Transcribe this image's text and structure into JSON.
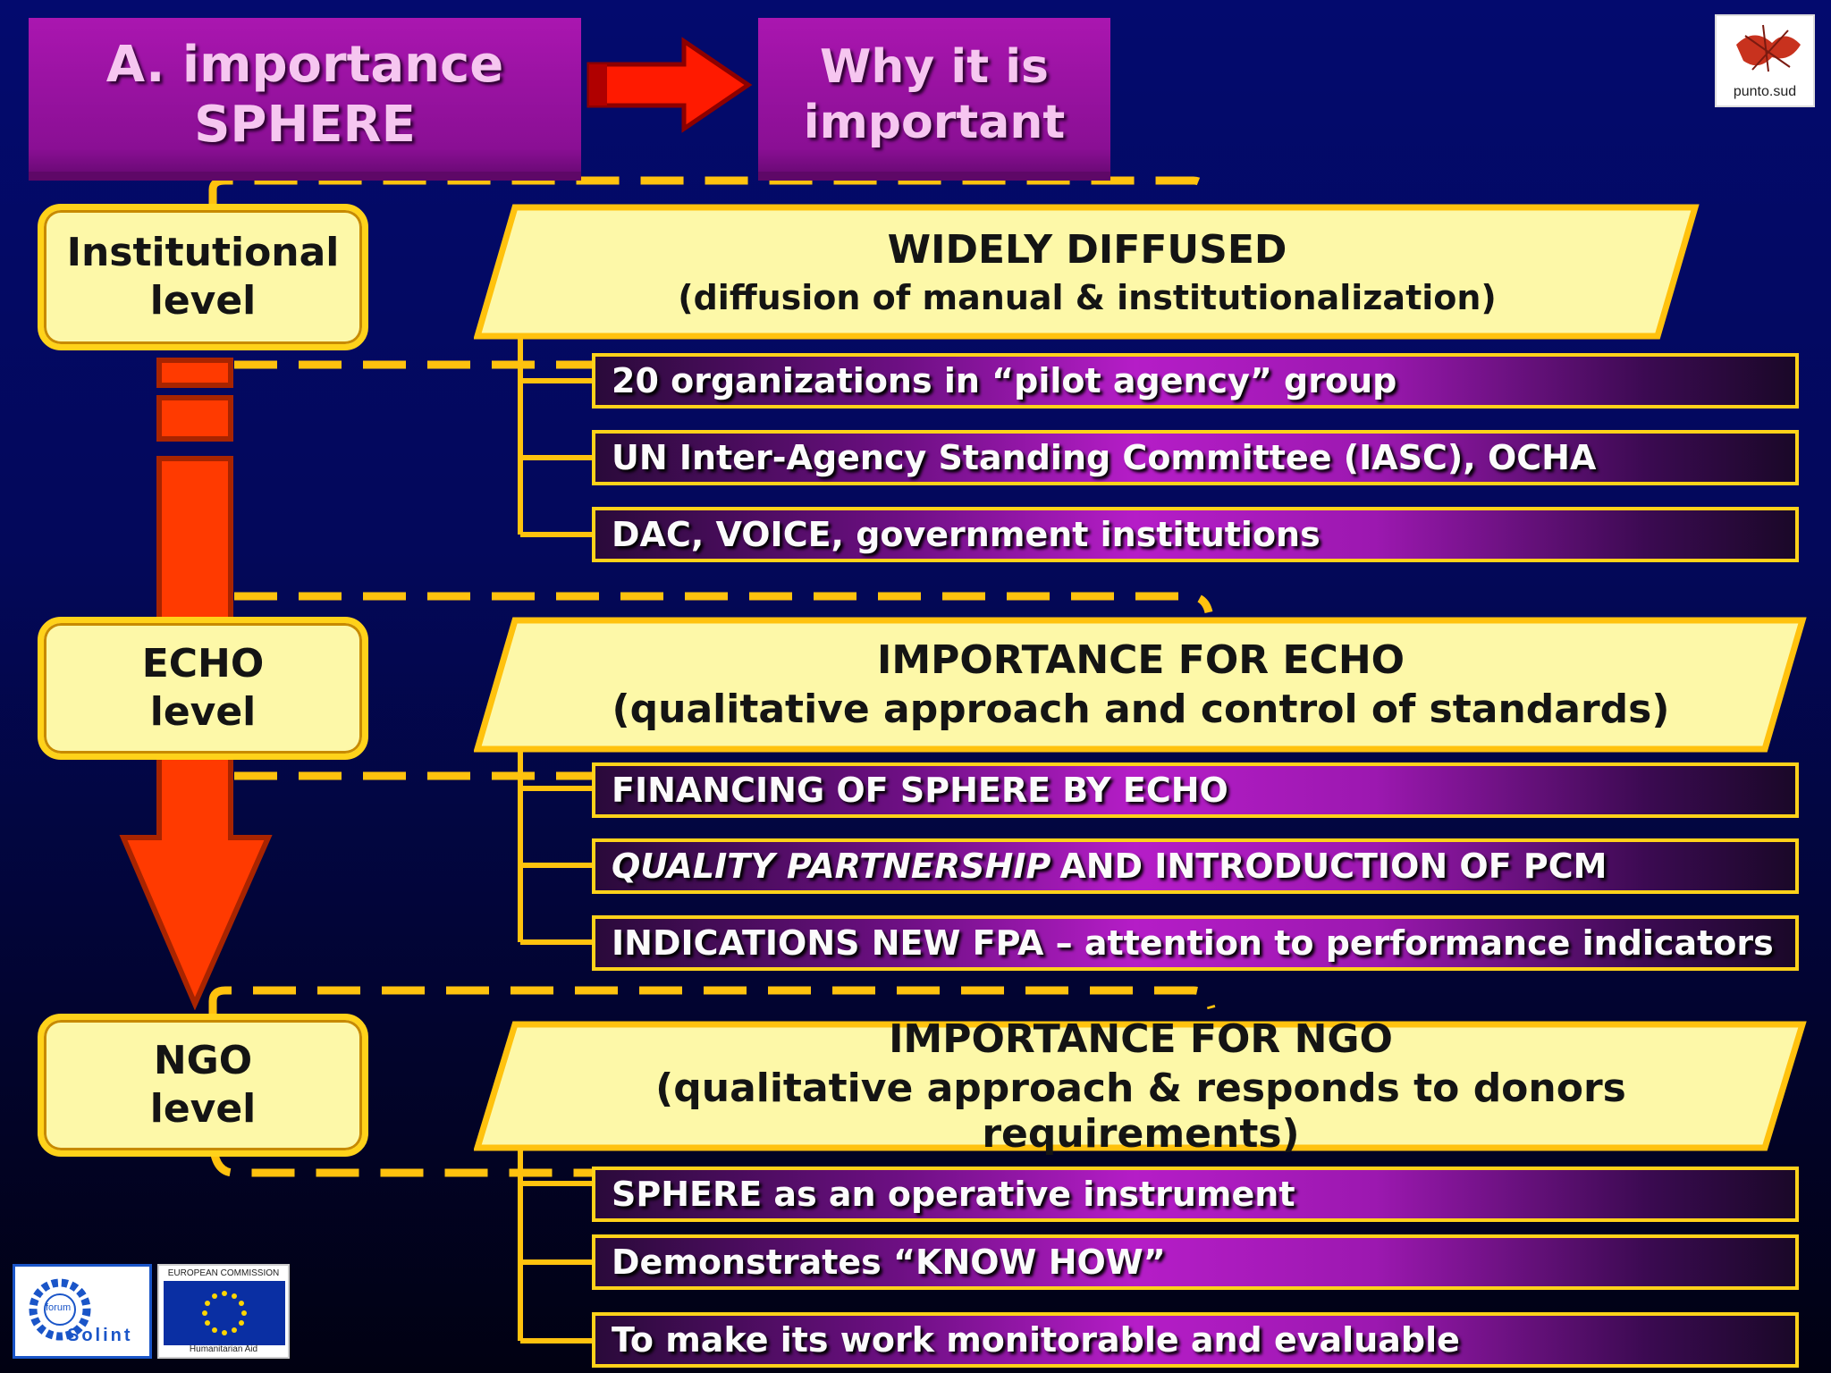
{
  "header": {
    "title_line1": "A. importance",
    "title_line2": "SPHERE",
    "arrow": "right-arrow-icon",
    "subtitle_line1": "Why it is",
    "subtitle_line2": "important"
  },
  "levels": [
    {
      "line1": "Institutional",
      "line2": "level"
    },
    {
      "line1": "ECHO",
      "line2": "level"
    },
    {
      "line1": "NGO",
      "line2": "level"
    }
  ],
  "sections": [
    {
      "title": "WIDELY DIFFUSED",
      "subtitle": "(diffusion of manual & institutionalization)",
      "items": [
        "20 organizations in “pilot agency” group",
        "UN Inter-Agency Standing Committee (IASC), OCHA",
        "DAC, VOICE, government institutions"
      ]
    },
    {
      "title": "IMPORTANCE FOR ECHO",
      "subtitle": "(qualitative approach and control of standards)",
      "items": [
        "FINANCING OF SPHERE BY ECHO",
        {
          "italic": "QUALITY PARTNERSHIP",
          "rest": "AND INTRODUCTION OF PCM"
        },
        "INDICATIONS NEW FPA – attention to performance indicators"
      ]
    },
    {
      "title": "IMPORTANCE FOR NGO",
      "subtitle": "(qualitative approach & responds to donors requirements)",
      "items": [
        "SPHERE as an operative instrument",
        "Demonstrates “KNOW HOW”",
        "To make its work monitorable and evaluable"
      ]
    }
  ],
  "logos": {
    "top_right": "punto.sud",
    "bottom_left_1": "Solint",
    "bottom_left_1_small": "forum",
    "bottom_left_2_top": "EUROPEAN COMMISSION",
    "bottom_left_2_bottom": "Humanitarian Aid"
  },
  "colors": {
    "background": "#03085a",
    "header_purple": "#8a0f94",
    "banner_yellow": "#fdf8a8",
    "border_gold": "#ffd21a",
    "arrow_red": "#ff3a00"
  }
}
